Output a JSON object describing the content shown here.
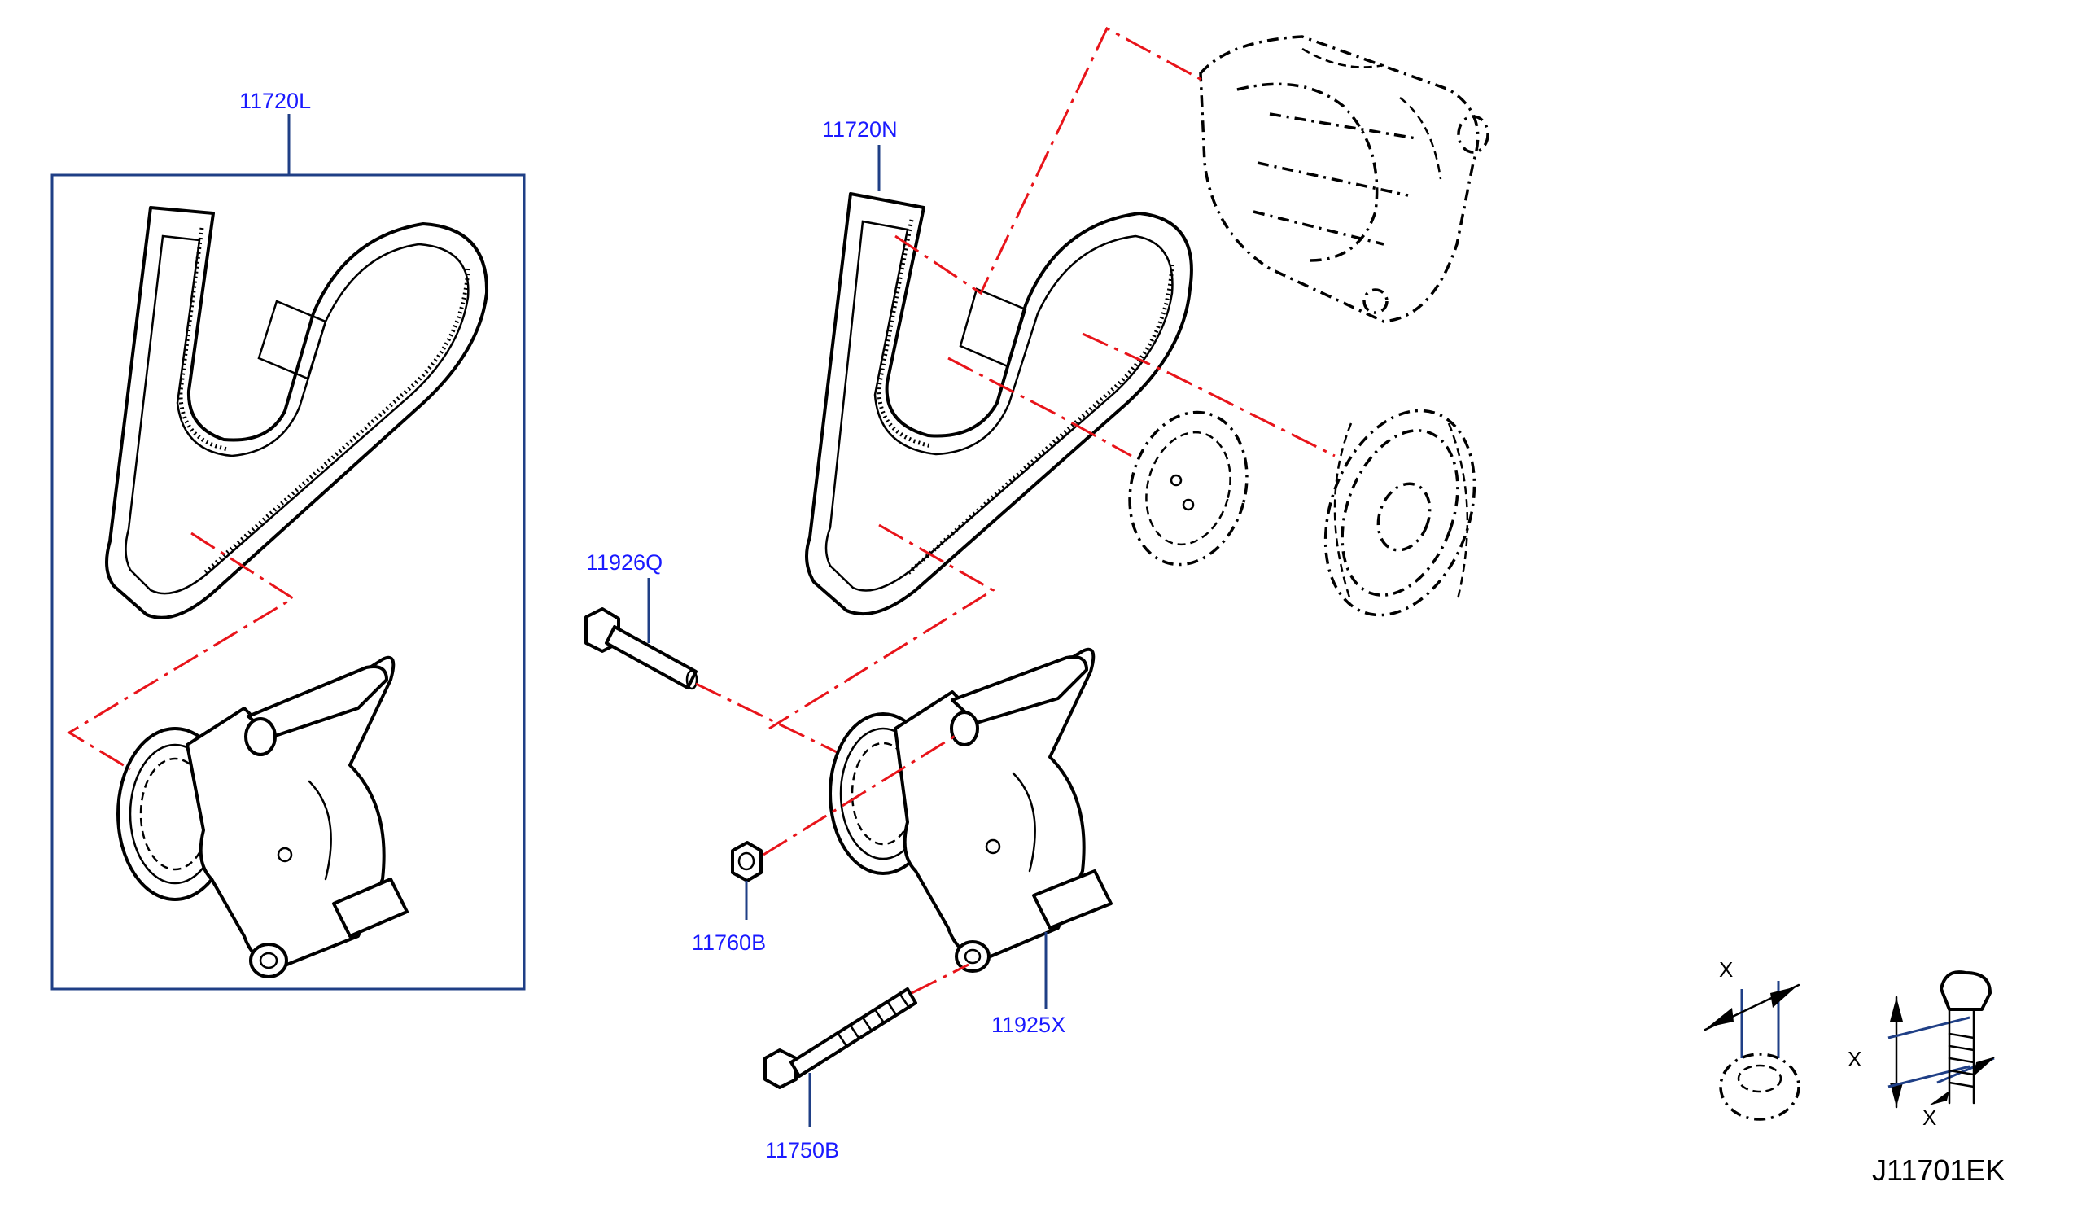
{
  "callouts": {
    "belt_left": "11720L",
    "belt_right": "11720N",
    "bolt_upper": "11926Q",
    "nut": "11760B",
    "bolt_lower": "11750B",
    "tensioner": "11925X"
  },
  "detail_labels": {
    "x_top": "X",
    "x_left": "X",
    "x_bottom": "X"
  },
  "diagram_code": "J11701EK",
  "colors": {
    "callout_text": "#1a1aff",
    "leader_lines": "#1f3f86",
    "phantom_lines": "#e8141a"
  }
}
